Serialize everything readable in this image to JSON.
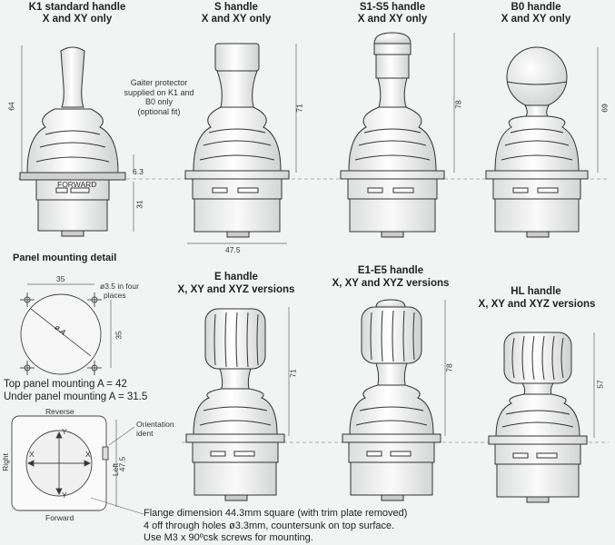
{
  "handles": {
    "k1": {
      "title": "K1 standard handle",
      "subtitle": "X and XY only"
    },
    "s": {
      "title": "S handle",
      "subtitle": "X and XY only"
    },
    "s1s5": {
      "title": "S1-S5 handle",
      "subtitle": "X and XY only"
    },
    "b0": {
      "title": "B0 handle",
      "subtitle": "X and XY only"
    },
    "e": {
      "title": "E handle",
      "subtitle": "X, XY and XYZ versions"
    },
    "e1e5": {
      "title": "E1-E5 handle",
      "subtitle": "X, XY and XYZ versions"
    },
    "hl": {
      "title": "HL handle",
      "subtitle": "X, XY and XYZ versions"
    }
  },
  "gaiter_note": [
    "Gaiter protector",
    "supplied on K1 and",
    "B0 only",
    "(optional fit)"
  ],
  "forward_label": "FORWARD",
  "dimensions": {
    "k1_height": "64",
    "k1_flange": "6.3",
    "k1_base": "31",
    "s_height": "71",
    "s_width": "47.5",
    "s1s5_height": "78",
    "b0_height": "69",
    "e_height": "71",
    "e1e5_height": "78",
    "hl_height": "57"
  },
  "panel": {
    "title": "Panel mounting detail",
    "dim_top": "35",
    "dim_side": "35",
    "hole_note": [
      "ø3.5 in four",
      "places"
    ],
    "circle_label": "ø A",
    "top_mount": "Top panel mounting A = 42",
    "under_mount": "Under panel mounting  A = 31.5"
  },
  "orientation": {
    "reverse": "Reverse",
    "forward": "Forward",
    "right": "Right",
    "left": "Left",
    "x": "X",
    "y": "Y",
    "ident": [
      "Orientation",
      "ident"
    ],
    "dim": "47.5"
  },
  "footer": [
    "Flange dimension 44.3mm square (with trim plate removed)",
    "4 off through holes ø3.3mm, countersunk on top surface.",
    "Use M3 x 90ºcsk screws for mounting."
  ]
}
